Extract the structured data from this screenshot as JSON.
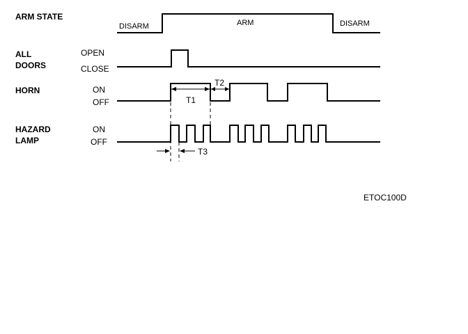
{
  "signals": {
    "arm_state": {
      "name": "ARM STATE",
      "states": [
        "DISARM",
        "ARM",
        "DISARM"
      ]
    },
    "all_doors": {
      "name_lines": [
        "ALL",
        "DOORS"
      ],
      "high": "OPEN",
      "low": "CLOSE"
    },
    "horn": {
      "name": "HORN",
      "high": "ON",
      "low": "OFF"
    },
    "hazard_lamp": {
      "name_lines": [
        "HAZARD",
        "LAMP"
      ],
      "high": "ON",
      "low": "OFF"
    }
  },
  "timings": {
    "t1": "T1",
    "t2": "T2",
    "t3": "T3"
  },
  "figure_code": "ETOC100D"
}
